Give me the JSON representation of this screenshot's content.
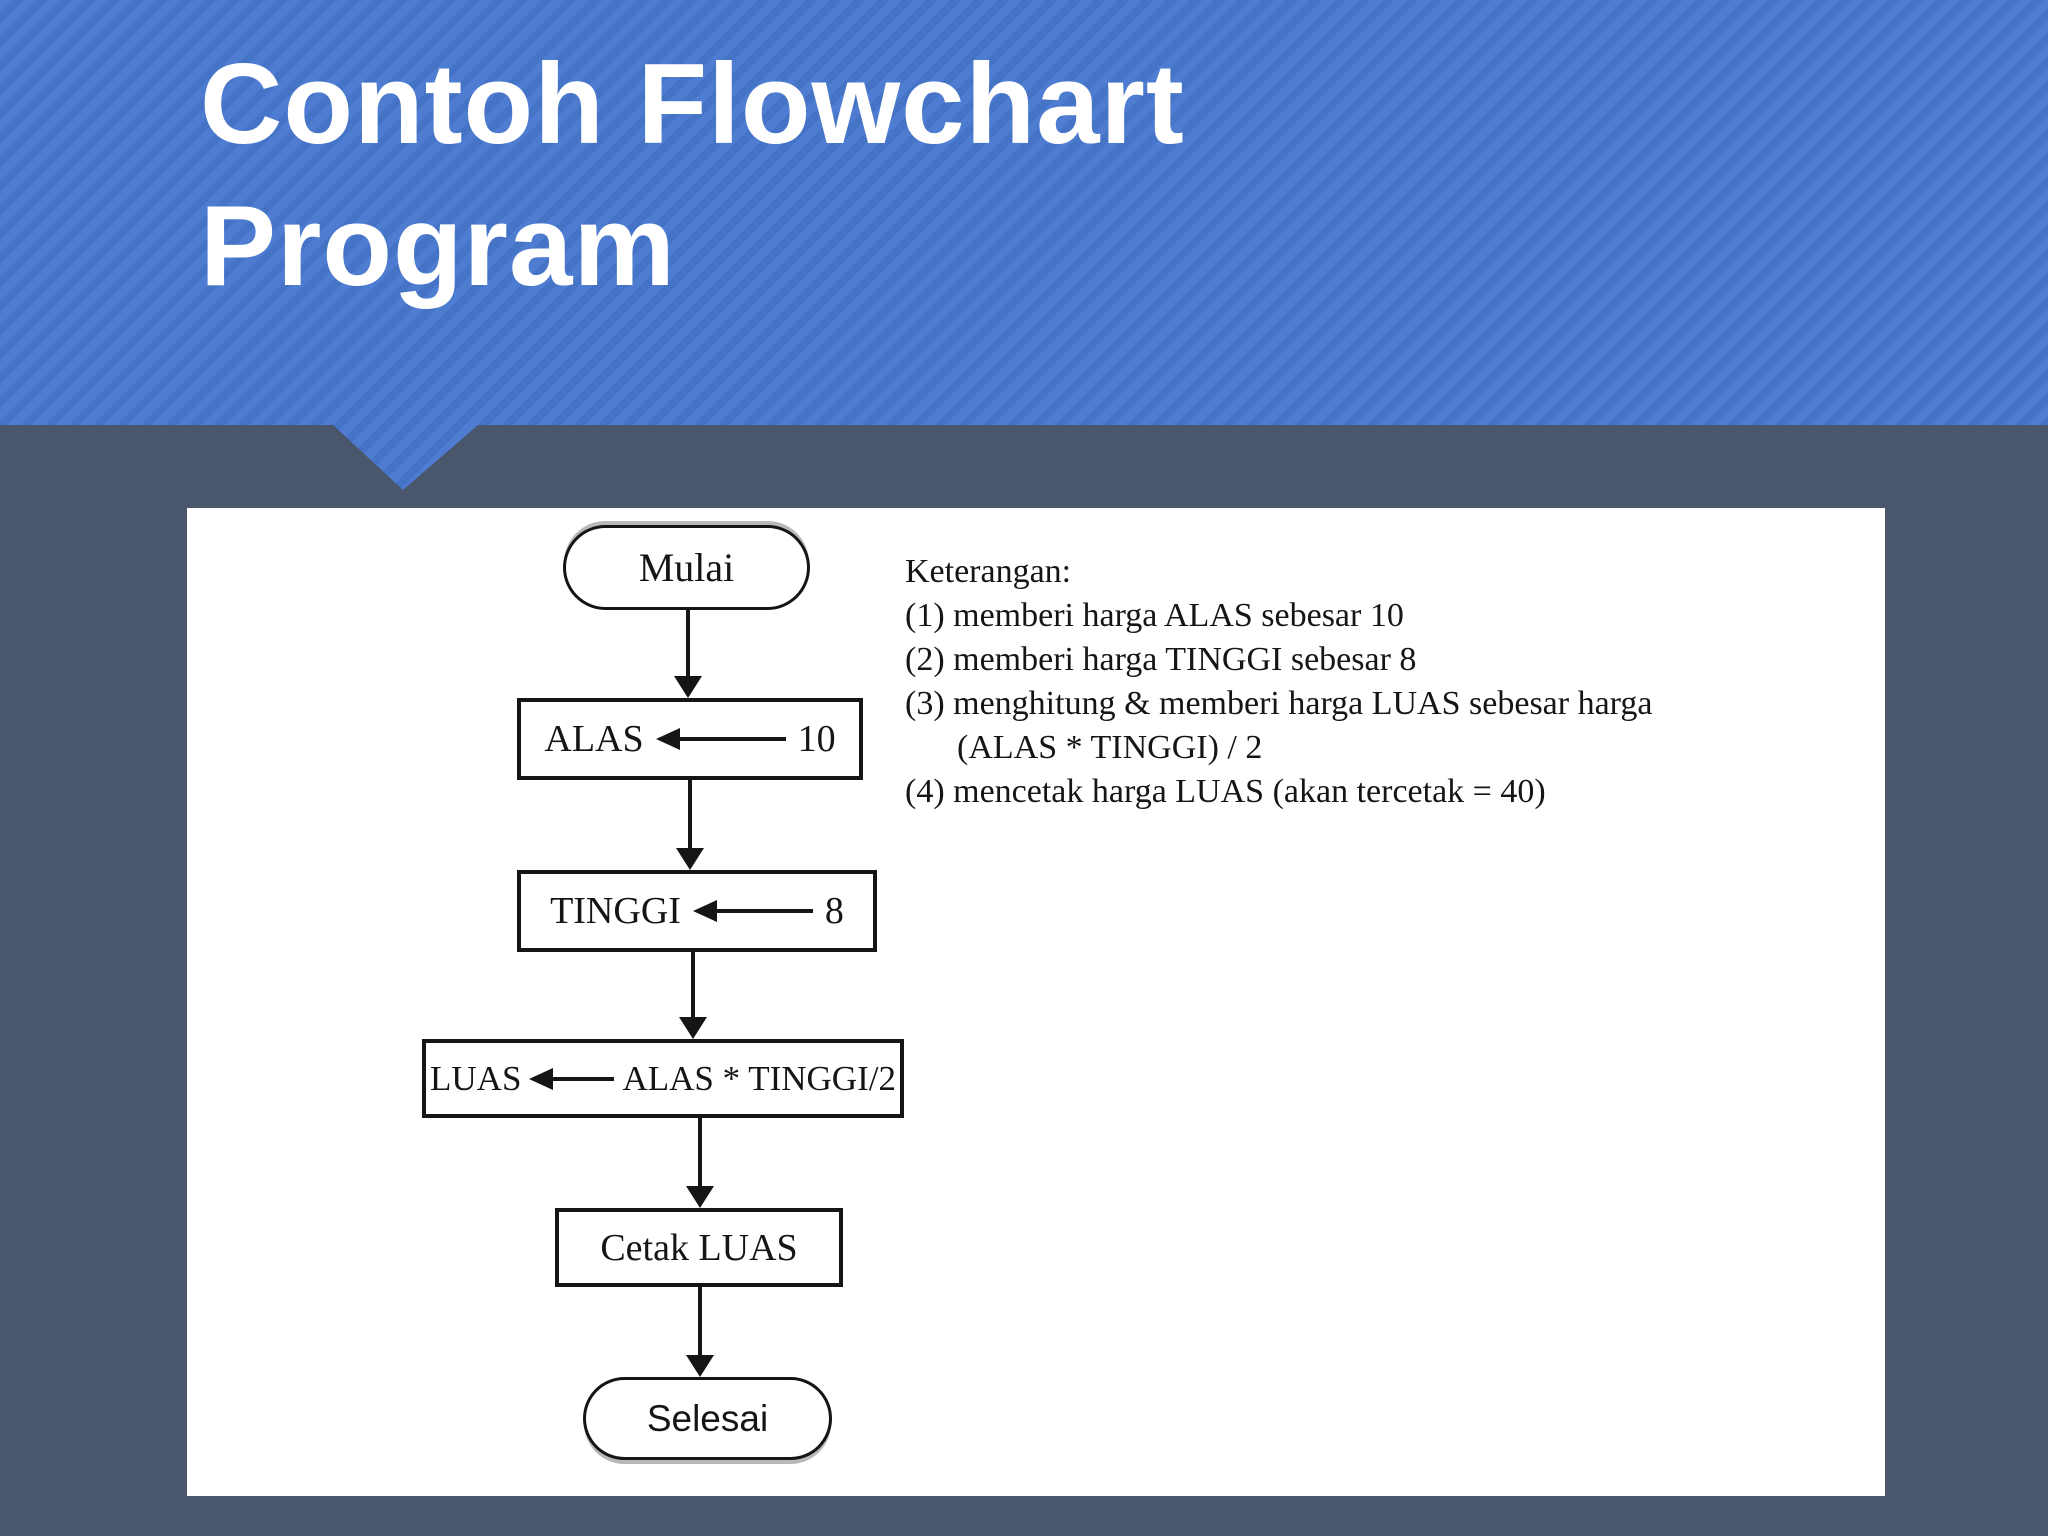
{
  "colors": {
    "header_blue": "#4e7cd0",
    "header_stripe": "#4573c6",
    "background_slate": "#49566b",
    "panel_white": "#ffffff",
    "ink_black": "#151515",
    "title_white": "#ffffff"
  },
  "header": {
    "title_line1": "Contoh Flowchart",
    "title_line2": "Program"
  },
  "flowchart": {
    "start": {
      "label": "Mulai"
    },
    "steps": [
      {
        "var": "ALAS",
        "value": "10"
      },
      {
        "var": "TINGGI",
        "value": "8"
      },
      {
        "var": "LUAS",
        "value": "ALAS * TINGGI/2"
      }
    ],
    "print": {
      "label": "Cetak LUAS"
    },
    "end": {
      "label": "Selesai"
    }
  },
  "notes": {
    "heading": "Keterangan:",
    "lines": [
      "(1) memberi harga ALAS sebesar 10",
      "(2) memberi harga TINGGI sebesar 8",
      "(3) menghitung & memberi harga LUAS sebesar harga",
      "(ALAS * TINGGI) / 2",
      "(4) mencetak harga LUAS (akan tercetak = 40)"
    ]
  }
}
